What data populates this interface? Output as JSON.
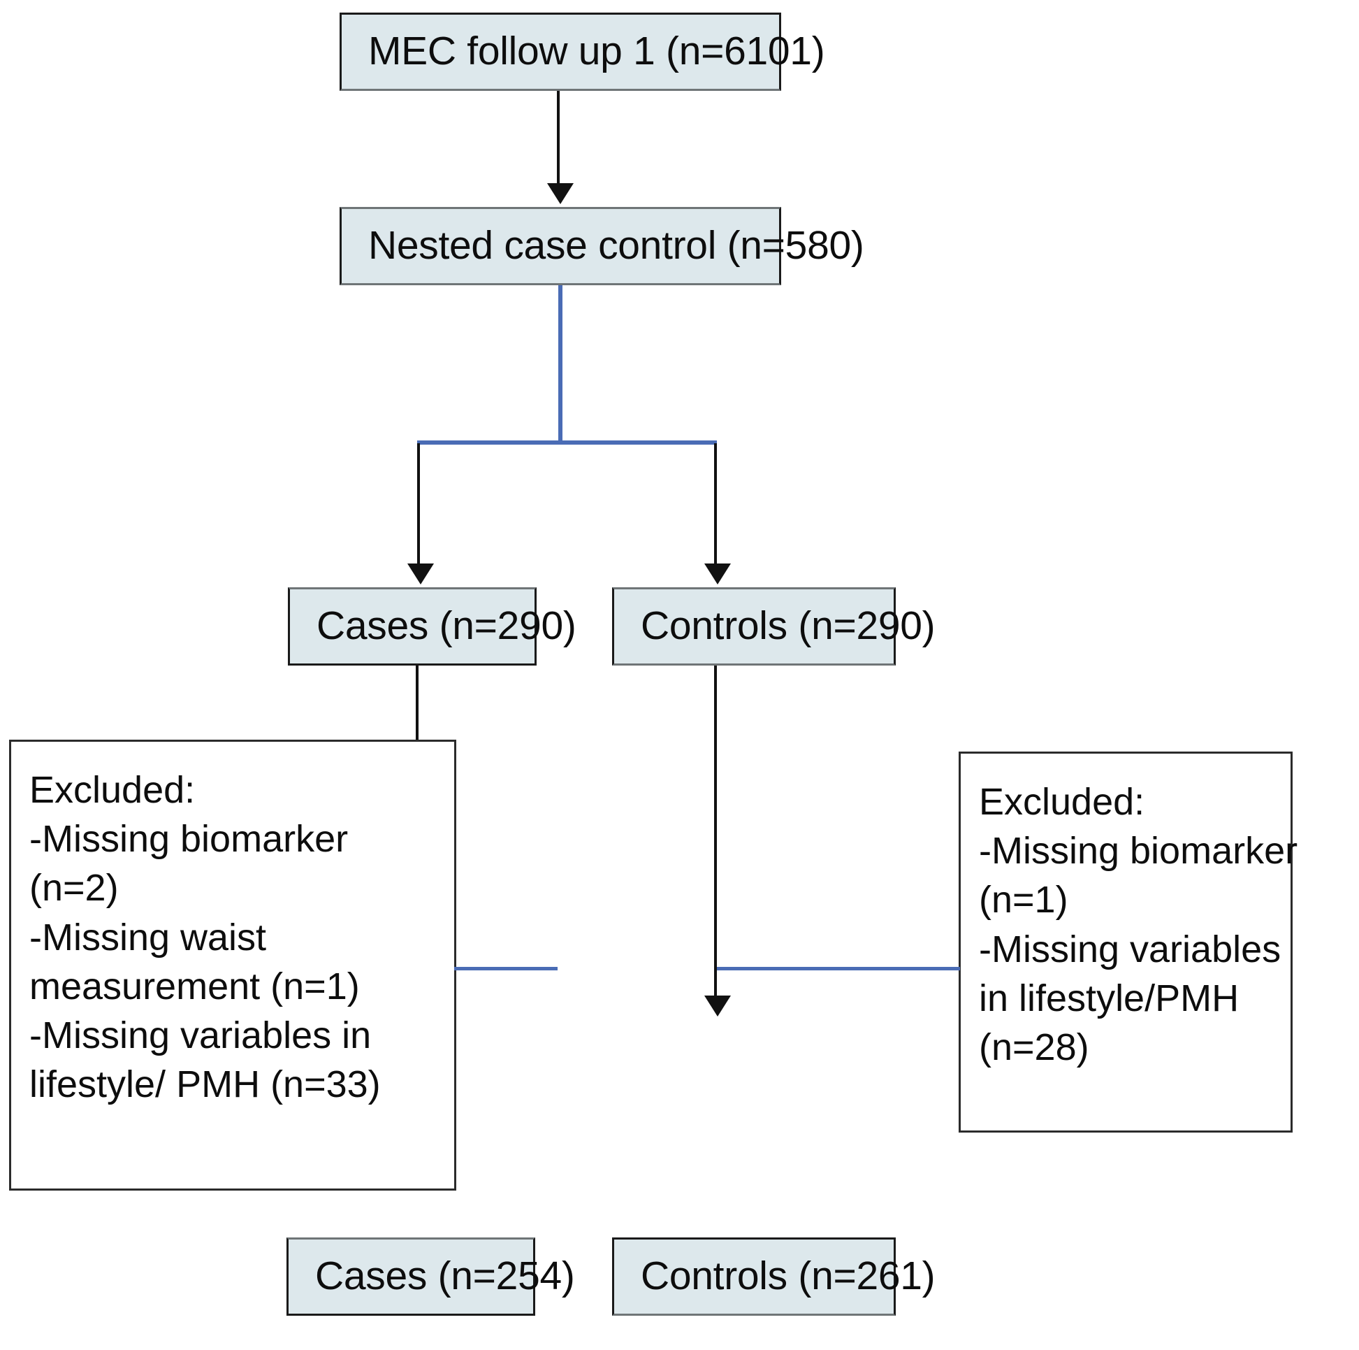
{
  "diagram": {
    "title": "Study population flow chart",
    "colors": {
      "node_fill": "#dde8ec",
      "node_border": "#1a1a1a",
      "connector_blue": "#4a6cb5",
      "connector_black": "#111111",
      "exclusion_fill": "#ffffff",
      "text": "#0d0d0d"
    },
    "nodes": {
      "source_cohort": "MEC follow up 1 (n=6101)",
      "nested_design": "Nested case control (n=580)",
      "cases_initial": "Cases (n=290)",
      "controls_initial": "Controls (n=290)",
      "cases_final": "Cases (n=254)",
      "controls_final": "Controls (n=261)"
    },
    "exclusions_cases": {
      "heading": "Excluded:",
      "lines": [
        "-Missing biomarker",
        "(n=2)",
        "-Missing waist",
        "measurement (n=1)",
        "-Missing variables in",
        "lifestyle/ PMH (n=33)"
      ]
    },
    "exclusions_controls": {
      "heading": "Excluded:",
      "lines": [
        "-Missing biomarker",
        "(n=1)",
        "-Missing variables",
        "in lifestyle/PMH",
        "(n=28)"
      ]
    }
  }
}
